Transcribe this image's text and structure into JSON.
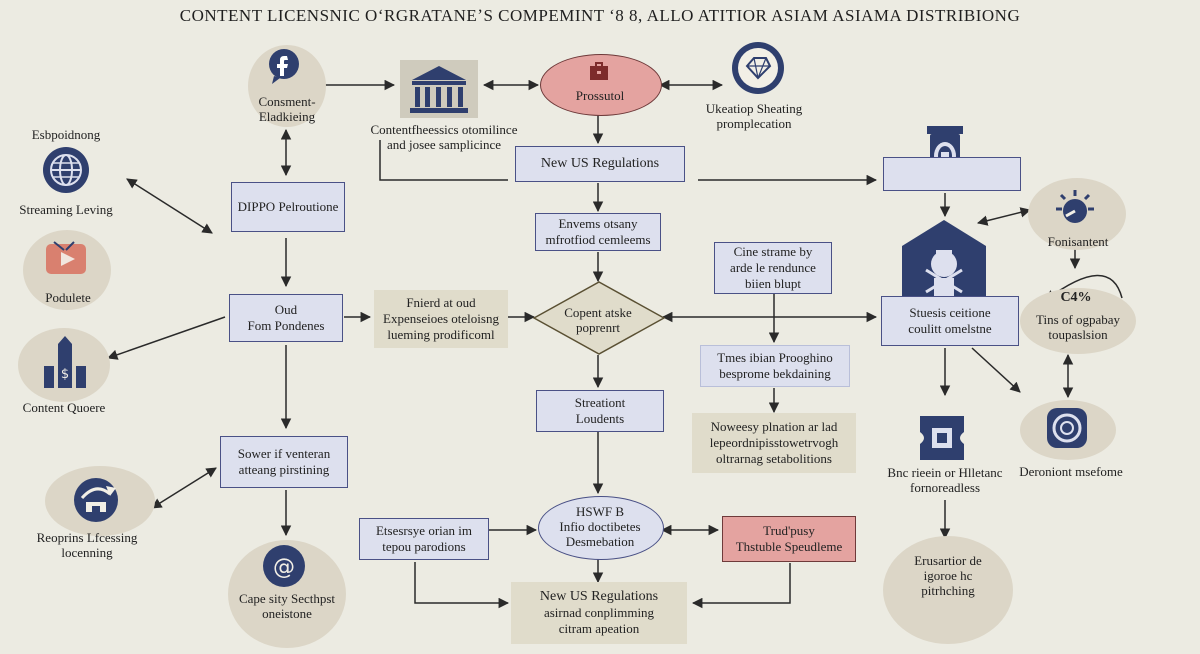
{
  "title": "CONTENT LICENSNIC OʻRGRATANEʼS COMPEMINT ʻ8 8, ALLO ATITIOR ASIAM ASIAMA DISTRIBIONG",
  "colors": {
    "navy": "#2f3f6e",
    "box_fill": "#dde0ee",
    "box_border": "#4a5186",
    "red_fill": "#e4a3a0",
    "tan_fill": "#e0dccb",
    "background": "#ecebe2"
  },
  "nodes": {
    "consent": "Consment-\nEladkieing",
    "streaming": "Streaming Leving",
    "espoidnong": "Esbpoidnong",
    "podulete": "Podulete",
    "content_quoere": "Content Quoere",
    "reoprins": "Reoprins Lfcessing\nlocenning",
    "cape": "Cape sity Secthpst\noneistone",
    "content_theessics": "Contentfheessics otomilince\nand josee samplicince",
    "prossutol": "Prossutol",
    "ukeatiop": "Ukeatiop Sheating\npromplecation",
    "new_us_top": "New US Regulations",
    "dippo": "DIPPO Pelroutione",
    "envems": "Envems otsany\nmfrotfiod cemleems",
    "oud": "Oud\nFom Pondenes",
    "friend": "Fnierd at oud\nExpenseioes oteloisng\nlueming prodificoml",
    "copent": "Copent atske\npoprenrt",
    "cine": "Cine strame by\narde le rendunce\nbiien blupt",
    "times": "Tmes ibian Prooghino\nbesprome bekdaining",
    "streationt": "Streationt\nLoudents",
    "sower": "Sower if venteran\natteang pirstining",
    "nowess": "Noweesy plnation ar lad\nlepeordnipisstowetrvogh\noltrarnag setabolitions",
    "hswf": "HSWF B\nInfio doctibetes\nDesmebation",
    "etseresye": "Etsesrsye orian im\ntepou parodions",
    "trudpusy": "Trud'pusy\nThstuble Speudleme",
    "new_us_bottom": "New US Regulations",
    "asirnad": "asirnad conplimming\ncitram apeation",
    "stuesis": "Stuesis ceitione\ncoulitt omelstne",
    "fonisantent": "Fonisantent",
    "c4": "C4%",
    "tins": "Tins of ogpabay\ntoupaslsion",
    "bncriein": "Bnc rieein or Hlletanc\nfornoreadless",
    "deroniont": "Deroniont msefome",
    "erusartior": "Erusartior de\nigoroe hc\npitrhching"
  },
  "icons": [
    "facebook-icon",
    "bank-icon",
    "briefcase-icon",
    "globe-icon",
    "diamond-icon",
    "play-icon",
    "tower-icon",
    "building-icon",
    "bridge-icon",
    "at-icon",
    "scale-icon",
    "gauge-icon",
    "ticket-icon",
    "target-icon"
  ]
}
